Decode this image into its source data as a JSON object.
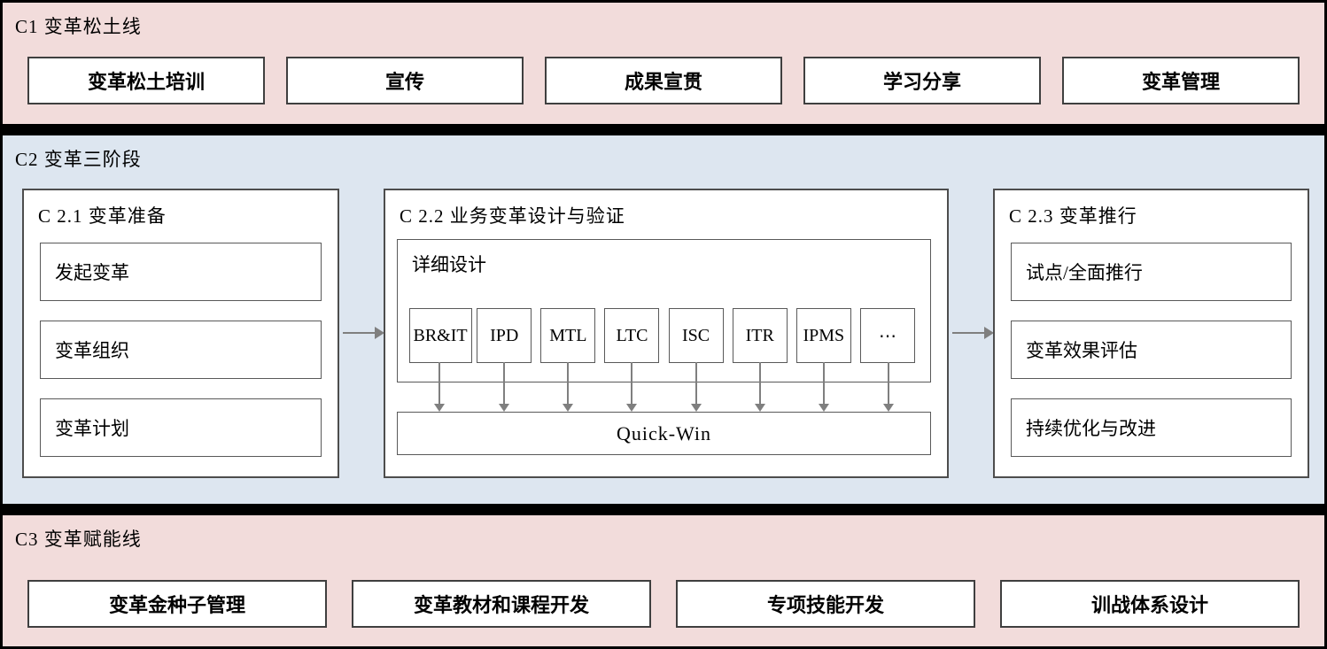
{
  "colors": {
    "band_pink": "#f2dcdb",
    "band_blue": "#dde6f0",
    "divider": "#000000",
    "box_border": "#595959",
    "arrow": "#7f7f7f"
  },
  "c1": {
    "title": "C1 变革松土线",
    "items": [
      "变革松土培训",
      "宣传",
      "成果宣贯",
      "学习分享",
      "变革管理"
    ]
  },
  "c2": {
    "title": "C2 变革三阶段",
    "prepare": {
      "title": "C 2.1 变革准备",
      "items": [
        "发起变革",
        "变革组织",
        "变革计划"
      ]
    },
    "design": {
      "title": "C 2.2 业务变革设计与验证",
      "detail_title": "详细设计",
      "modules": [
        "BR&IT",
        "IPD",
        "MTL",
        "LTC",
        "ISC",
        "ITR",
        "IPMS",
        "⋯"
      ],
      "quick_win": "Quick-Win"
    },
    "rollout": {
      "title": "C 2.3 变革推行",
      "items": [
        "试点/全面推行",
        "变革效果评估",
        "持续优化与改进"
      ]
    }
  },
  "c3": {
    "title": "C3 变革赋能线",
    "items": [
      "变革金种子管理",
      "变革教材和课程开发",
      "专项技能开发",
      "训战体系设计"
    ]
  }
}
